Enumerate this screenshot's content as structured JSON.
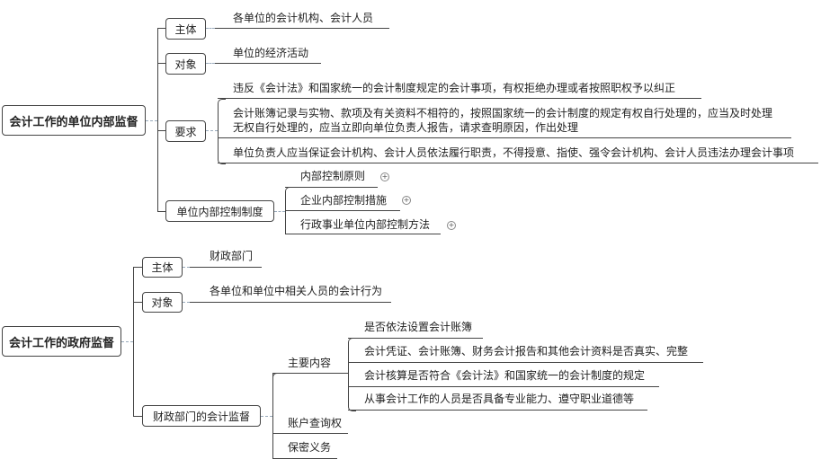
{
  "top": {
    "root": "会计工作的单位内部监督",
    "subject": {
      "label": "主体",
      "content": "各单位的会计机构、会计人员"
    },
    "object": {
      "label": "对象",
      "content": "单位的经济活动"
    },
    "requirements": {
      "label": "要求",
      "items": [
        "违反《会计法》和国家统一的会计制度规定的会计事项，有权拒绝办理或者按照职权予以纠正",
        "会计账簿记录与实物、款项及有关资料不相符的，按照国家统一的会计制度的规定有权自行处理的，应当及时处理",
        "无权自行处理的，应当立即向单位负责人报告，请求查明原因，作出处理",
        "单位负责人应当保证会计机构、会计人员依法履行职责，不得授意、指使、强令会计机构、会计人员违法办理会计事项"
      ]
    },
    "internal_control": {
      "label": "单位内部控制制度",
      "items": [
        "内部控制原则",
        "企业内部控制措施",
        "行政事业单位内部控制方法"
      ]
    }
  },
  "bottom": {
    "root": "会计工作的政府监督",
    "subject": {
      "label": "主体",
      "content": "财政部门"
    },
    "object": {
      "label": "对象",
      "content": "各单位和单位中相关人员的会计行为"
    },
    "finance": {
      "label": "财政部门的会计监督",
      "main_content": {
        "label": "主要内容",
        "items": [
          "是否依法设置会计账簿",
          "会计凭证、会计账簿、财务会计报告和其他会计资料是否真实、完整",
          "会计核算是否符合《会计法》和国家统一的会计制度的规定",
          "从事会计工作的人员是否具备专业能力、遵守职业道德等"
        ]
      },
      "account_inquiry": "账户查询权",
      "confidentiality": "保密义务"
    }
  },
  "icons": {
    "expand": "+"
  }
}
